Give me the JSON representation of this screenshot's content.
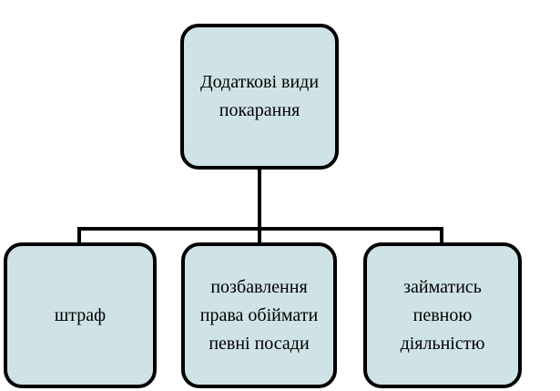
{
  "root": {
    "label": "Додаткові види покарання"
  },
  "children": [
    {
      "label": "штраф"
    },
    {
      "label": "позбавлення права обіймати певні посади"
    },
    {
      "label": "займатись певною діяльністю"
    }
  ],
  "colors": {
    "box_fill": "#cfe3e6",
    "box_border": "#000000",
    "connector": "#000000",
    "background": "#ffffff"
  }
}
